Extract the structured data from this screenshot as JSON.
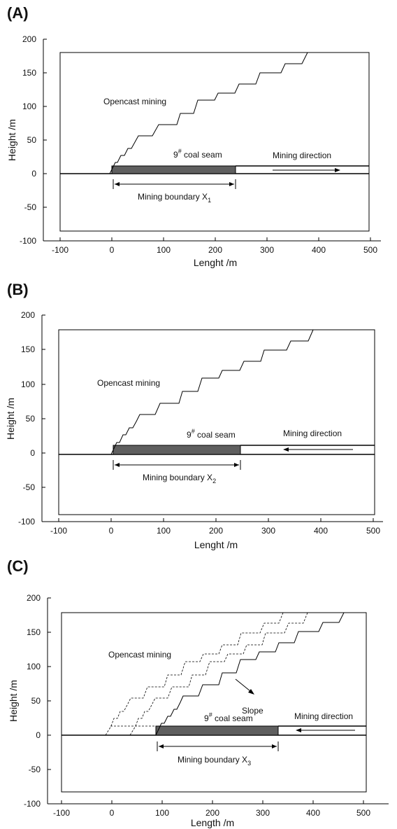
{
  "panels": [
    {
      "label": "(A)",
      "xlabel": "Lenght /m",
      "ylabel": "Height /m",
      "xticks": [
        "-100",
        "0",
        "100",
        "200",
        "300",
        "400",
        "500"
      ],
      "yticks": [
        "200",
        "150",
        "100",
        "50",
        "0",
        "-50",
        "-100"
      ],
      "opencast_label": "Opencast mining",
      "seam_label_sup": "#",
      "seam_label_num": "9",
      "seam_label_text": " coal seam",
      "direction_label": "Mining direction",
      "boundary_label": "Mining boundary X",
      "boundary_sub": "1"
    },
    {
      "label": "(B)",
      "xlabel": "Lenght /m",
      "ylabel": "Height /m",
      "xticks": [
        "-100",
        "0",
        "100",
        "200",
        "300",
        "400",
        "500"
      ],
      "yticks": [
        "200",
        "150",
        "100",
        "50",
        "0",
        "-50",
        "-100"
      ],
      "opencast_label": "Opencast mining",
      "seam_label_sup": "#",
      "seam_label_num": "9",
      "seam_label_text": " coal seam",
      "direction_label": "Mining direction",
      "boundary_label": "Mining boundary X",
      "boundary_sub": "2"
    },
    {
      "label": "(C)",
      "xlabel": "Length /m",
      "ylabel": "Height /m",
      "xticks": [
        "-100",
        "0",
        "100",
        "200",
        "300",
        "400",
        "500"
      ],
      "yticks": [
        "200",
        "150",
        "100",
        "50",
        "0",
        "-50",
        "-100"
      ],
      "opencast_label": "Opencast mining",
      "slope_label": "Slope",
      "seam_label_sup": "#",
      "seam_label_num": "9",
      "seam_label_text": " coal seam",
      "direction_label": "Mining direction",
      "boundary_label": "Mining boundary X",
      "boundary_sub": "3"
    }
  ],
  "colors": {
    "coal": "#5f5f5f",
    "line": "#000000"
  }
}
